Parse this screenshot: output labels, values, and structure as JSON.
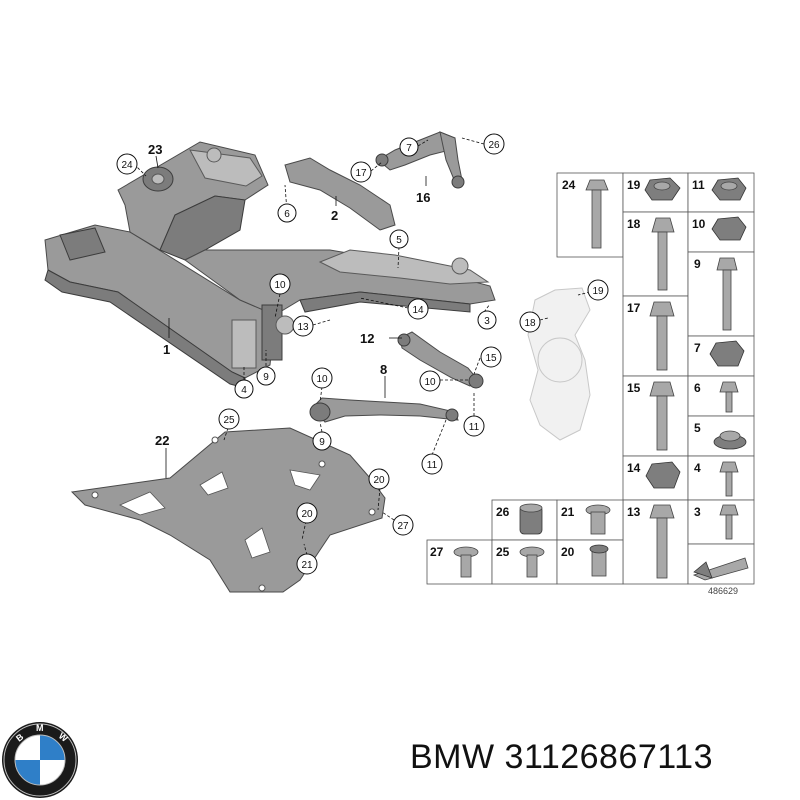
{
  "labels": {
    "l1": "1",
    "l2": "2",
    "l3": "3",
    "l4": "4",
    "l5": "5",
    "l6": "6",
    "l7": "7",
    "l8": "8",
    "l9a": "9",
    "l9b": "9",
    "l10a": "10",
    "l10b": "10",
    "l10c": "10",
    "l11a": "11",
    "l11b": "11",
    "l12": "12",
    "l13": "13",
    "l14": "14",
    "l15": "15",
    "l16": "16",
    "l17": "17",
    "l18": "18",
    "l19": "19",
    "l20a": "20",
    "l20b": "20",
    "l21": "21",
    "l22": "22",
    "l23": "23",
    "l24": "24",
    "l25": "25",
    "l26": "26",
    "l27": "27"
  },
  "catalog": {
    "cells": [
      "24",
      "19",
      "11",
      "18",
      "10",
      "9",
      "17",
      "7",
      "15",
      "6",
      "5",
      "14",
      "4",
      "13",
      "3",
      "26",
      "21",
      "27",
      "25",
      "20"
    ],
    "ref_number": "486629"
  },
  "brand": {
    "logo_text": "BMW",
    "caption": "BMW 31126867113"
  },
  "colors": {
    "part_fill": "#9a9a9a",
    "part_stroke": "#4a4a4a",
    "logo_blue": "#2f7fc8"
  }
}
